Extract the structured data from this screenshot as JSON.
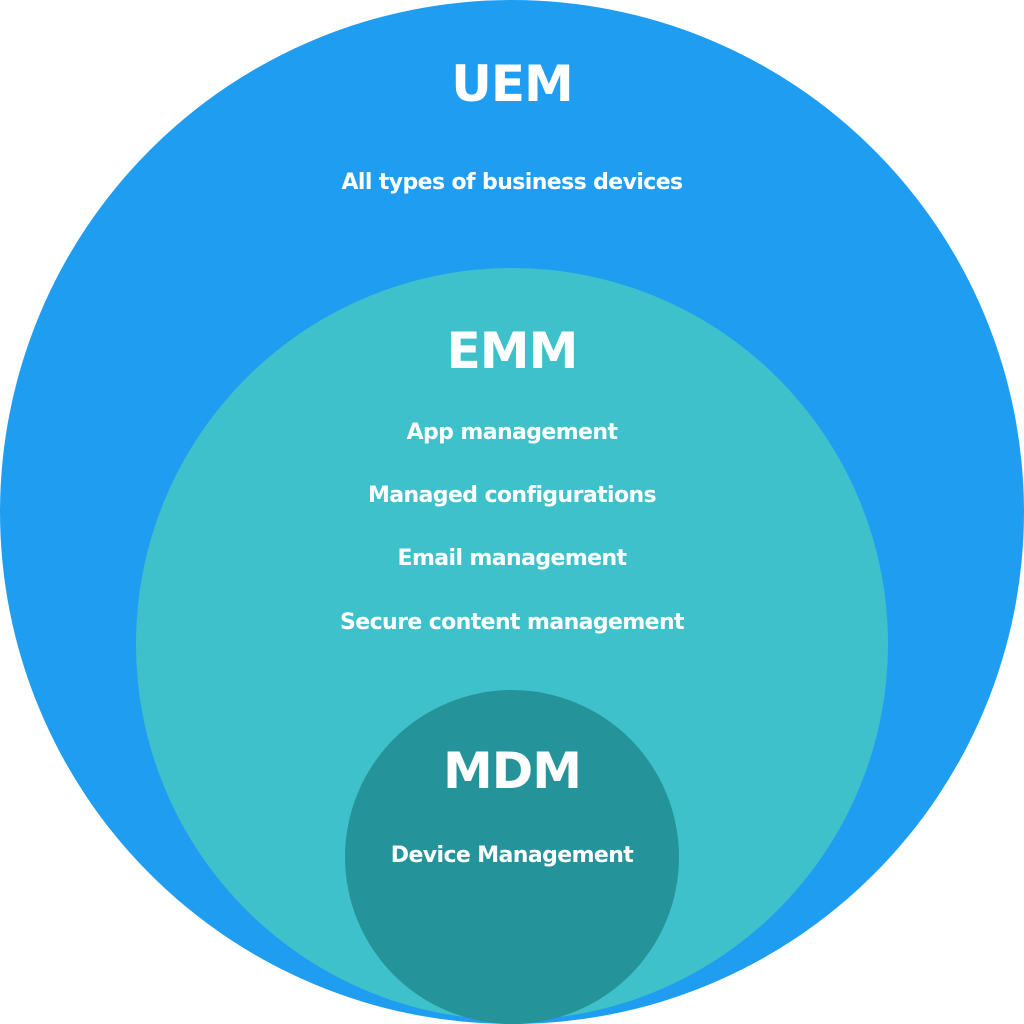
{
  "diagram": {
    "type": "nested-circles",
    "colors": {
      "uem": "#1f9ef1",
      "emm": "#3ec1ca",
      "mdm": "#25949a",
      "text": "#ffffff"
    },
    "uem": {
      "title": "UEM",
      "items": [
        "All types of business devices"
      ]
    },
    "emm": {
      "title": "EMM",
      "items": [
        "App management",
        "Managed configurations",
        "Email management",
        "Secure content management"
      ]
    },
    "mdm": {
      "title": "MDM",
      "items": [
        "Device Management"
      ]
    }
  }
}
